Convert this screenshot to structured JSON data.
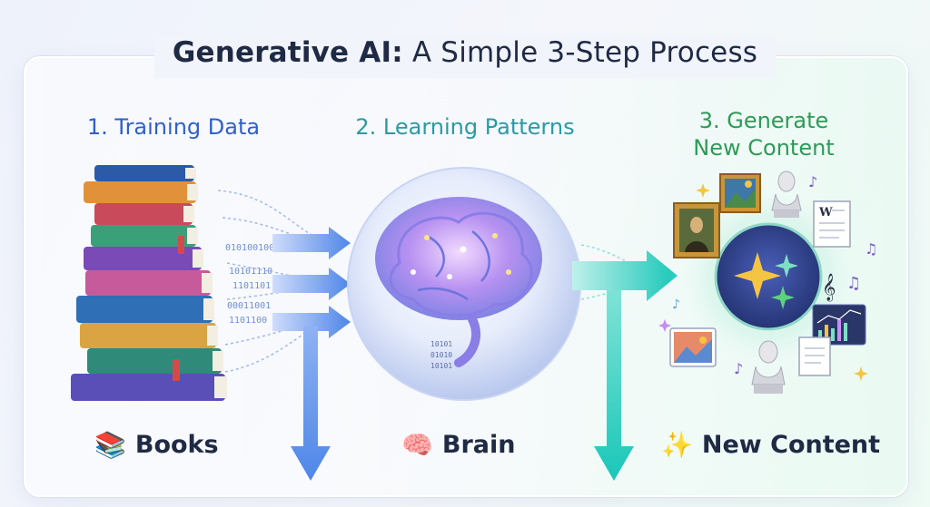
{
  "title": {
    "bold": "Generative AI:",
    "rest": " A Simple 3-Step Process"
  },
  "steps": [
    {
      "label": "1. Training Data"
    },
    {
      "label": "2. Learning Patterns"
    },
    {
      "label_line1": "3. Generate",
      "label_line2": "New Content"
    }
  ],
  "bottom": [
    {
      "emoji": "📚",
      "label": "Books"
    },
    {
      "emoji": "🧠",
      "label": "Brain"
    },
    {
      "emoji": "✨",
      "label": "New Content"
    }
  ],
  "binary_text": [
    "0101001001",
    "10101110",
    "1101101",
    "00011001",
    "1101100"
  ],
  "brain_code": [
    "10101",
    "01010",
    "10101"
  ],
  "doc_letter": "W",
  "colors": {
    "title": "#1f2a44",
    "step1": "#2f5fcf",
    "step2": "#2a9aa5",
    "step3": "#2e9b57",
    "arrow_blue": "#4f86e8",
    "arrow_teal": "#19c7b8"
  }
}
